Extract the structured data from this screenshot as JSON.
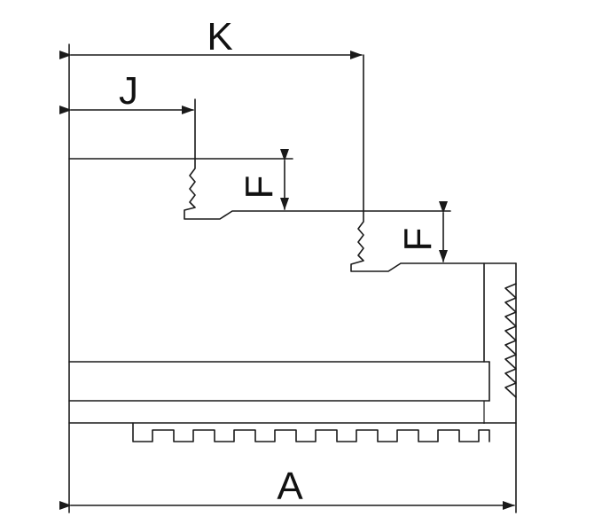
{
  "diagram": {
    "labels": {
      "k": "K",
      "j": "J",
      "f_upper": "F",
      "f_lower": "F",
      "a": "A"
    },
    "colors": {
      "stroke": "#1a1a1a",
      "text": "#111111",
      "background": "#ffffff"
    }
  }
}
